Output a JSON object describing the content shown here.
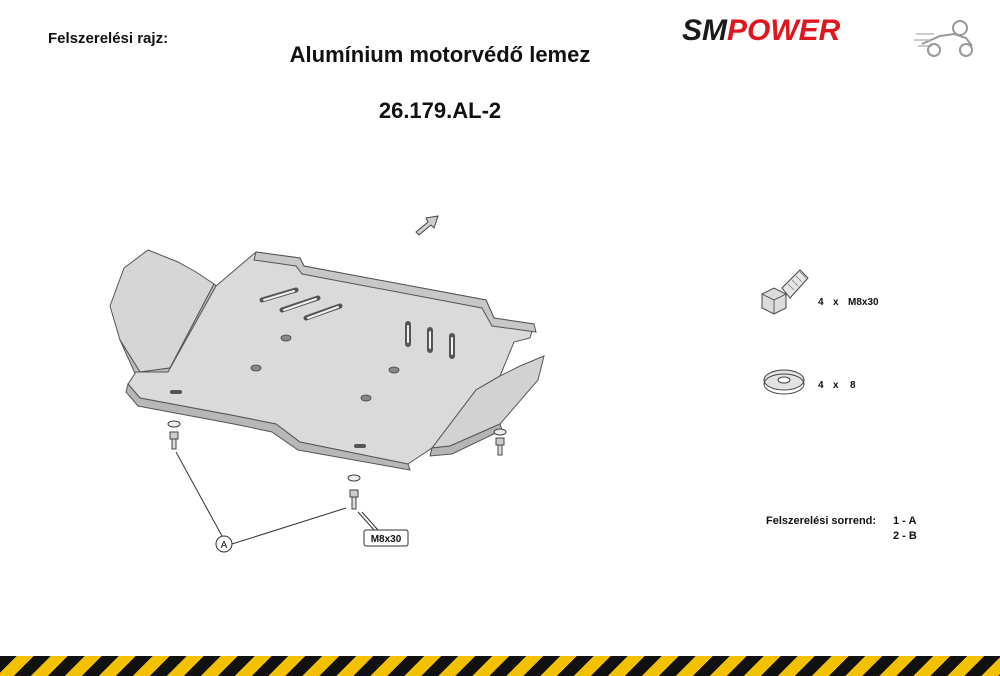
{
  "header": {
    "drawing_label": "Felszerelési rajz:",
    "title": "Alumínium motorvédő lemez",
    "product_code": "26.179.AL-2"
  },
  "logo": {
    "part1": "SM",
    "part2": "POWER",
    "colors": {
      "sm": "#1a1a1a",
      "power": "#e0161e"
    }
  },
  "diagram": {
    "callout_a": "A",
    "bolt_label": "M8x30"
  },
  "parts": [
    {
      "id": "bolt",
      "icon": "bolt-icon",
      "qty": "4",
      "x": "x",
      "size": "M8x30"
    },
    {
      "id": "washer",
      "icon": "washer-icon",
      "qty": "4",
      "x": "x",
      "size": "8"
    }
  ],
  "order": {
    "label": "Felszerelési sorrend:",
    "steps": [
      "1 - A",
      "2 - B"
    ]
  },
  "colors": {
    "stripe_black": "#111111",
    "stripe_yellow": "#f2c200"
  }
}
